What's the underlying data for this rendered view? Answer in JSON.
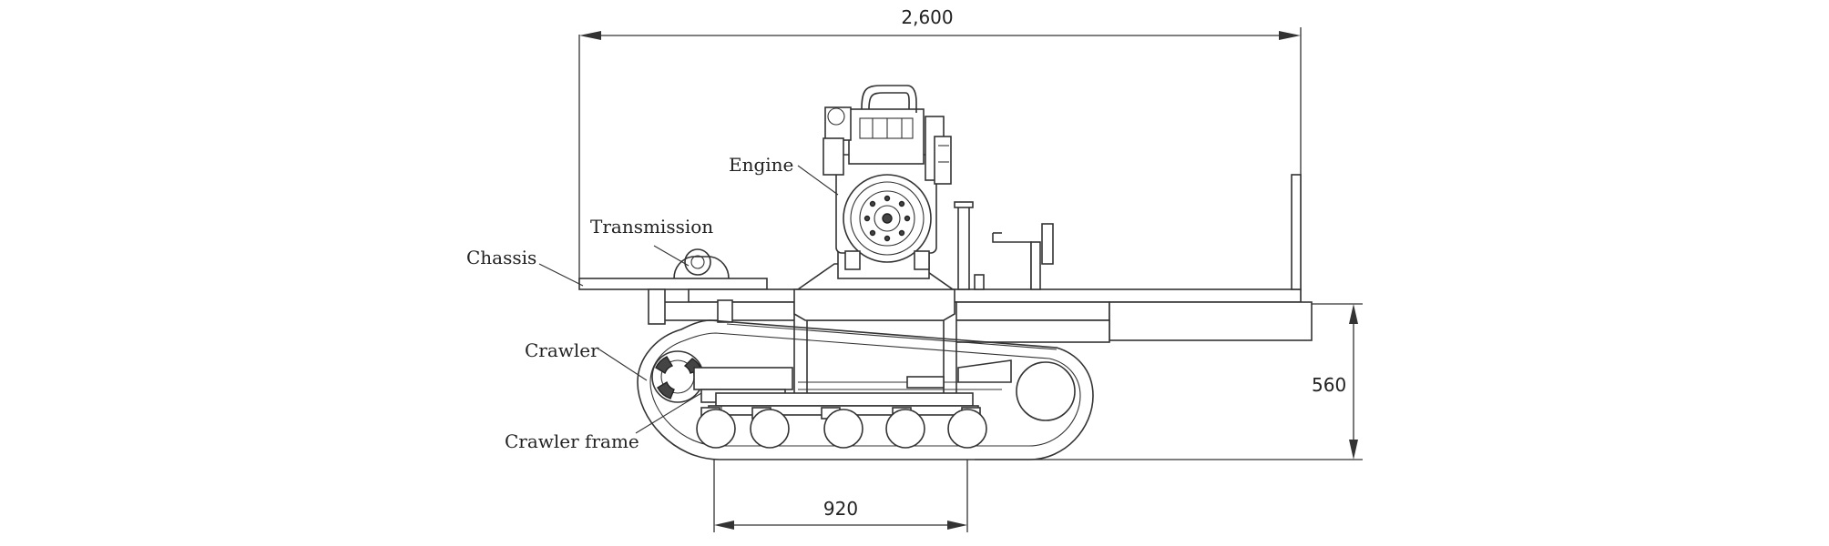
{
  "dimensions": {
    "overall_length": "2,600",
    "height": "560",
    "track_base": "920"
  },
  "labels": {
    "engine": "Engine",
    "transmission": "Transmission",
    "chassis": "Chassis",
    "crawler": "Crawler",
    "crawler_frame": "Crawler frame"
  }
}
